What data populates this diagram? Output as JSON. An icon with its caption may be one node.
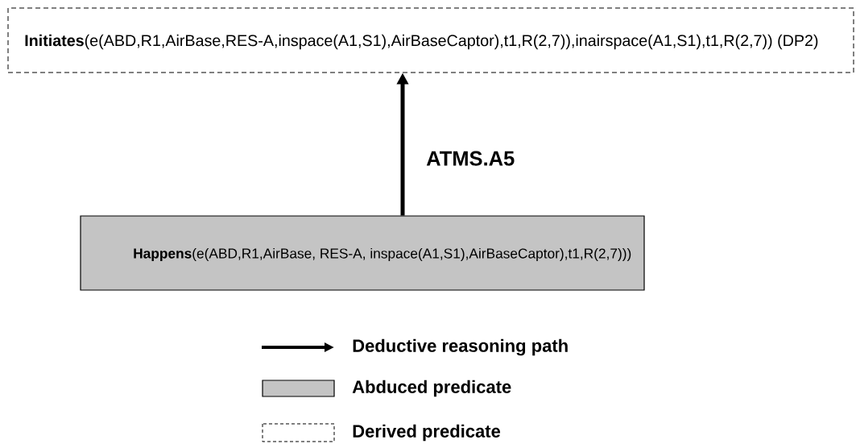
{
  "diagram": {
    "nodes": [
      {
        "text": [
          "**Initiates**(e(ABD,R1,AirBase,RES-A,inspace(A1,S1),AirBaseCaptor),t1,R(2,7)),inairspace(A1,S1),t1,R(2,7)) (DP2)"
        ]
      },
      {
        "text": [
          "**Happens**(e(ABD,R1,AirBase, RES-A, inspace(A1,S1),AirBaseCaptor),t1,R(2,7)))"
        ]
      }
    ],
    "edges": [
      {
        "from": 1,
        "to": 0,
        "arrow": "to",
        "label": "ATMS.A5"
      }
    ],
    "legend": [
      {
        "text": "Deductive reasoning path"
      },
      {
        "text": "Abduced predicate",
        "color": "#c4c4c4"
      },
      {
        "text": "Derived predicate"
      }
    ]
  }
}
